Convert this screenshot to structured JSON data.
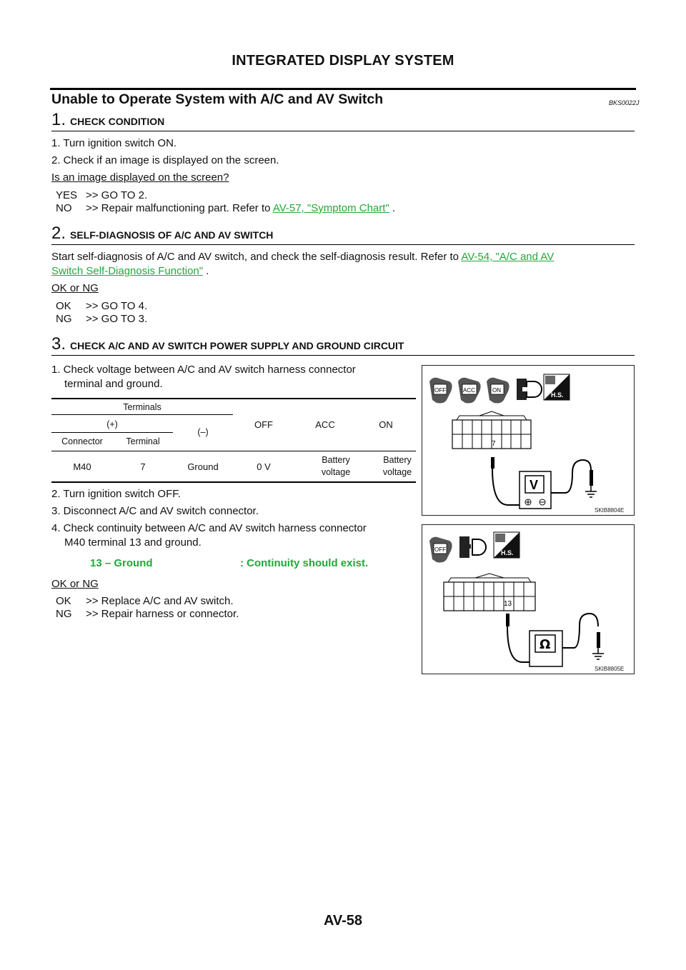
{
  "header": {
    "title": "INTEGRATED DISPLAY SYSTEM"
  },
  "section": {
    "title": "Unable to Operate System with A/C and AV Switch",
    "code": "BKS0022J"
  },
  "step1": {
    "num": "1.",
    "title": "CHECK CONDITION",
    "items": [
      "1. Turn ignition switch ON.",
      "2. Check if an image is displayed on the screen."
    ],
    "question": "Is an image displayed on the screen?",
    "answers": [
      {
        "key": "YES",
        "text": ">> GO TO 2."
      },
      {
        "key": "NO",
        "text": ">> Repair malfunctioning part. Refer to ",
        "link": "AV-57, \"Symptom Chart\"",
        "tail": " ."
      }
    ]
  },
  "step2": {
    "num": "2.",
    "title": "SELF-DIAGNOSIS OF A/C AND AV SWITCH",
    "text": "Start self-diagnosis of A/C and AV switch, and check the self-diagnosis result. Refer to ",
    "link1": "AV-54, \"A/C and AV",
    "link2": "Switch Self-Diagnosis Function\"",
    "tail": " .",
    "question": "OK or NG",
    "answers": [
      {
        "key": "OK",
        "text": ">> GO TO 4."
      },
      {
        "key": "NG",
        "text": ">> GO TO 3."
      }
    ]
  },
  "step3": {
    "num": "3.",
    "title": "CHECK A/C AND AV SWITCH POWER SUPPLY AND GROUND CIRCUIT",
    "item1a": "1. Check voltage between A/C and AV switch harness connector",
    "item1b": "terminal and ground.",
    "table": {
      "terminals": "Terminals",
      "plus": "(+)",
      "minus": "(–)",
      "connector": "Connector",
      "terminal": "Terminal",
      "off": "OFF",
      "acc": "ACC",
      "on": "ON",
      "row": {
        "connector": "M40",
        "terminal": "7",
        "ground": "Ground",
        "off": "0 V",
        "acc": "Battery voltage",
        "on": "Battery voltage"
      }
    },
    "item2": "2. Turn ignition switch OFF.",
    "item3": "3. Disconnect A/C and AV switch connector.",
    "item4a": "4. Check continuity between A/C and AV switch harness connector",
    "item4b": "M40 terminal 13 and ground.",
    "continuity": {
      "left": "13 – Ground",
      "right": ": Continuity should exist."
    },
    "question": "OK or NG",
    "answers": [
      {
        "key": "OK",
        "text": ">> Replace A/C and AV switch."
      },
      {
        "key": "NG",
        "text": ">> Repair harness or connector."
      }
    ]
  },
  "figure1": {
    "caption": "SKIB8804E",
    "terminal": "7",
    "meter": "V",
    "labels": [
      "OFF",
      "ACC",
      "ON",
      "H.S."
    ]
  },
  "figure2": {
    "caption": "SKIB8805E",
    "terminal": "13",
    "meter": "Ω",
    "labels": [
      "OFF",
      "H.S."
    ]
  },
  "footer": {
    "page": "AV-58"
  }
}
